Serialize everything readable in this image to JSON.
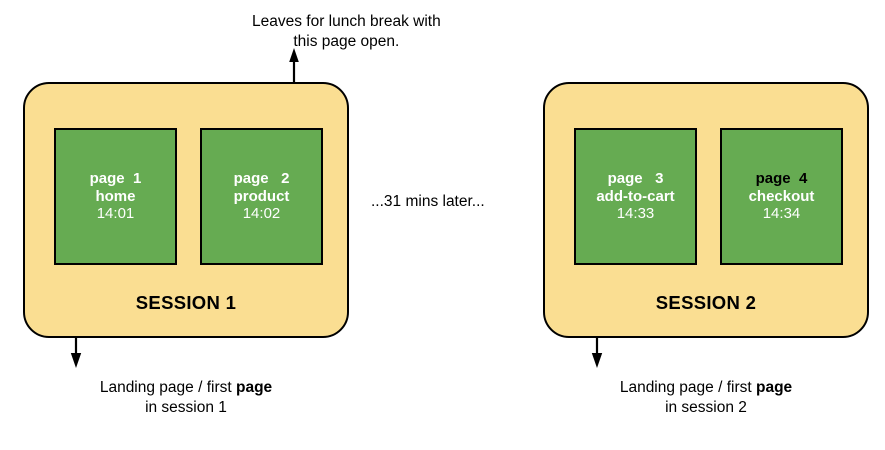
{
  "diagram": {
    "colors": {
      "session_fill": "#fade92",
      "page_fill": "#66ab52",
      "stroke": "#000000",
      "page_text": "#ffffff",
      "page_text_dark": "#000000",
      "background": "#ffffff"
    },
    "sessions": [
      {
        "id": "session-1",
        "label": "SESSION 1",
        "pages": [
          {
            "index": "1",
            "page_word": "page",
            "name": "home",
            "time": "14:01",
            "title_color": "white"
          },
          {
            "index": "2",
            "page_word": "page",
            "name": "product",
            "time": "14:02",
            "title_color": "white"
          }
        ],
        "caption_line1_plain": "Landing page / first ",
        "caption_line1_bold": "page",
        "caption_line2": "in session 1"
      },
      {
        "id": "session-2",
        "label": "SESSION 2",
        "pages": [
          {
            "index": "3",
            "page_word": "page",
            "name": "add-to-cart",
            "time": "14:33",
            "title_color": "white"
          },
          {
            "index": "4",
            "page_word": "page",
            "name": "checkout",
            "time": "14:34",
            "title_color": "black"
          }
        ],
        "caption_line1_plain": "Landing page / first ",
        "caption_line1_bold": "page",
        "caption_line2": "in session 2"
      }
    ],
    "annotations": {
      "lunch_note_line1": "Leaves for lunch break with",
      "lunch_note_line2": "this page open.",
      "gap_note": "...31 mins later..."
    }
  }
}
